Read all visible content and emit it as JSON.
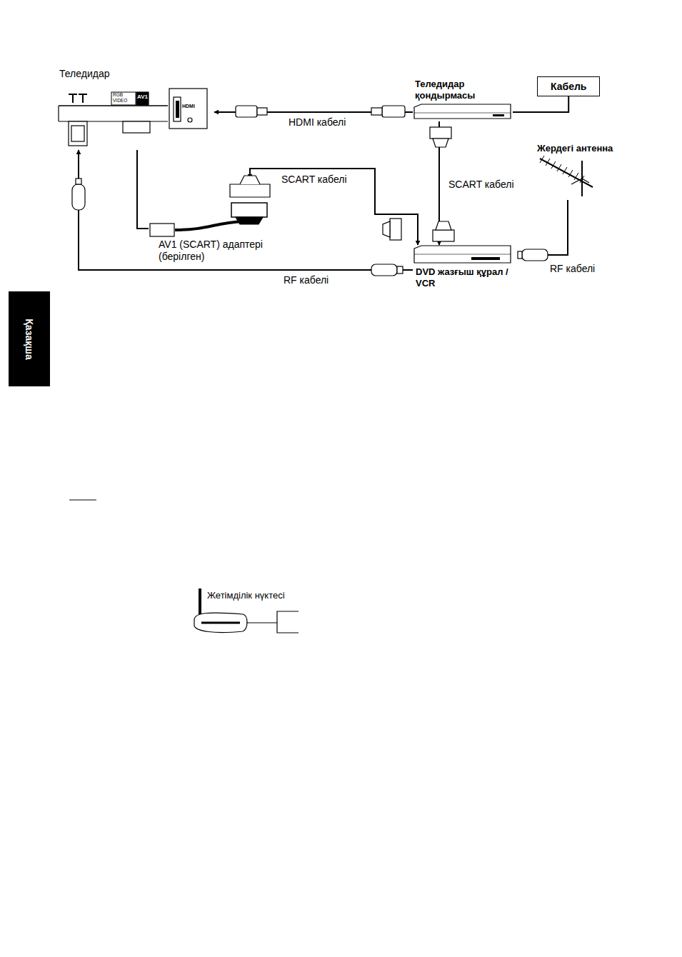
{
  "diagram": {
    "nodes": [
      {
        "text": [
          "Теледидар"
        ]
      },
      {
        "text": [
          "Теледидар қондырмасы"
        ]
      },
      {
        "text": [
          "Кабель"
        ]
      },
      {
        "text": [
          "Жердегі антенна"
        ]
      },
      {
        "text": [
          "DVD жазғыш құрал / VCR"
        ]
      },
      {
        "text": [
          "AV1 (SCART) адаптері (берілген)"
        ]
      },
      {
        "text": [
          "Жетімділік нүктесі"
        ]
      },
      {
        "text": [
          "Қазақша"
        ]
      }
    ],
    "edges": [
      {
        "from": 1,
        "to": 0,
        "label": "HDMI кабелі",
        "arrow": "to"
      },
      {
        "from": 2,
        "to": 1,
        "arrow": "none"
      },
      {
        "from": 1,
        "to": 4,
        "label": "SCART кабелі",
        "arrow": "to"
      },
      {
        "from": 3,
        "to": 4,
        "label": "RF кабелі",
        "arrow": "to"
      },
      {
        "from": 4,
        "to": 0,
        "label": "RF кабелі",
        "arrow": "to"
      },
      {
        "from": 4,
        "to": 5,
        "label": "SCART кабелі",
        "arrow": "both"
      },
      {
        "from": 5,
        "to": 0,
        "arrow": "none"
      }
    ],
    "labels": [
      "RGB",
      "VIDEO",
      "AV1",
      "HDMI"
    ]
  }
}
